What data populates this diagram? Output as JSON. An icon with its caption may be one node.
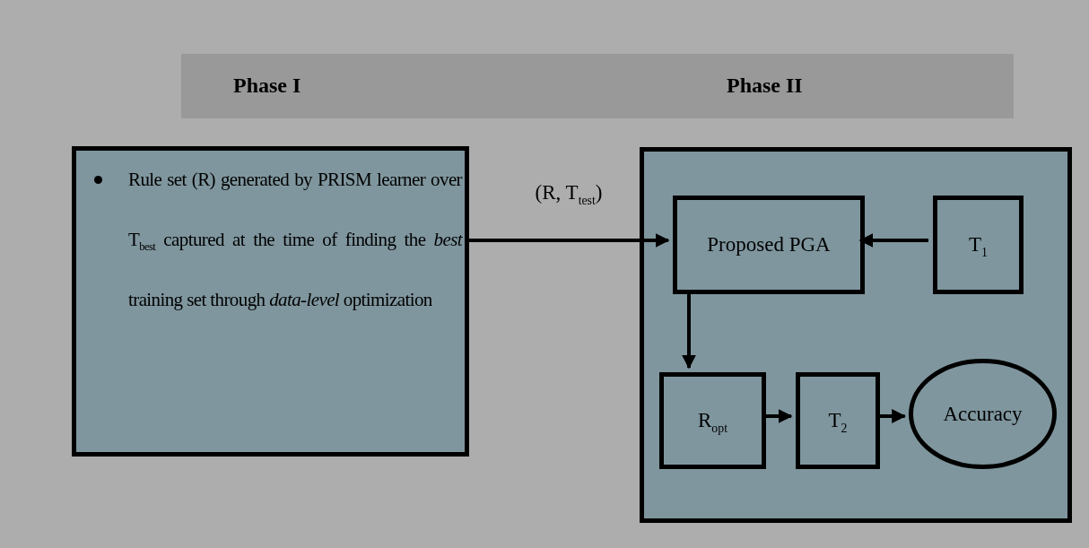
{
  "diagram": {
    "nodes": [
      {
        "text": [
          "Phase I",
          "Phase II"
        ]
      },
      {
        "text": [
          "Rule set (R) generated by PRISM learner over T$_{best}$ captured at the time of finding the *best* training set through *data-level* optimization"
        ]
      },
      {
        "text": [],
        "shape": "box"
      },
      {
        "text": [
          "Proposed PGA"
        ],
        "in": 2
      },
      {
        "text": [
          "T$_{1}$"
        ],
        "in": 2
      },
      {
        "text": [
          "R$_{opt}$"
        ],
        "in": 2
      },
      {
        "text": [
          "T$_{2}$"
        ],
        "in": 2
      },
      {
        "text": [
          "Accuracy"
        ],
        "in": 2
      }
    ],
    "edges": [
      {
        "from": 1,
        "to": 3,
        "arrow": "to",
        "label": "(R, T$_{test}$)"
      },
      {
        "from": 4,
        "to": 3,
        "arrow": "to"
      },
      {
        "from": 3,
        "to": 5,
        "arrow": "to"
      },
      {
        "from": 5,
        "to": 6,
        "arrow": "to"
      },
      {
        "from": 6,
        "to": 7,
        "arrow": "to"
      }
    ]
  }
}
